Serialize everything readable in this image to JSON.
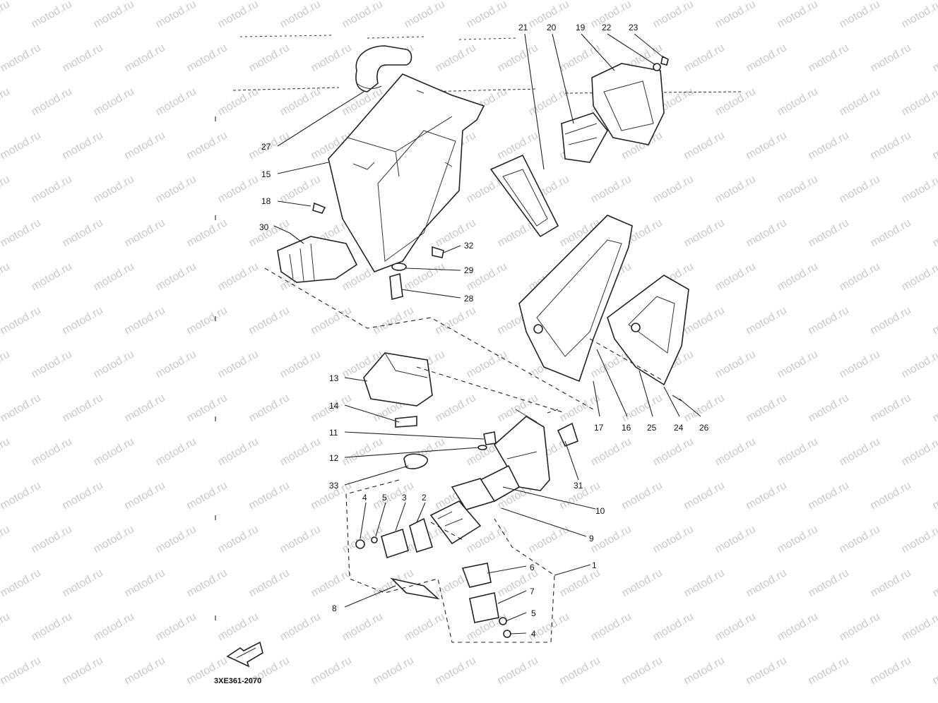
{
  "diagram": {
    "drawing_code": "3XE361-2070",
    "watermark_text": "motod.ru",
    "callouts": {
      "c1": "1",
      "c2": "2",
      "c3": "3",
      "c4a": "4",
      "c4b": "4",
      "c5a": "5",
      "c5b": "5",
      "c6": "6",
      "c7": "7",
      "c8": "8",
      "c9": "9",
      "c10": "10",
      "c11": "11",
      "c12": "12",
      "c13": "13",
      "c14": "14",
      "c15": "15",
      "c16": "16",
      "c17": "17",
      "c18": "18",
      "c19": "19",
      "c20": "20",
      "c21": "21",
      "c22": "22",
      "c23": "23",
      "c24": "24",
      "c25": "25",
      "c26": "26",
      "c27": "27",
      "c28": "28",
      "c29": "29",
      "c30": "30",
      "c31": "31",
      "c32": "32",
      "c33": "33"
    }
  }
}
